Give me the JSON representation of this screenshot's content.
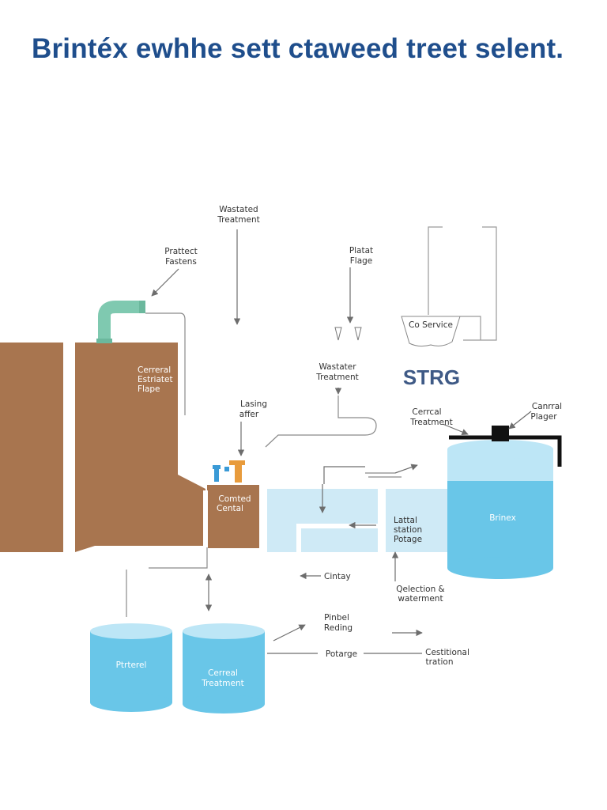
{
  "title": "Brintéx ewhhe sett ctaweed treet selent.",
  "labels": {
    "wastated_treatment": [
      "Wastated",
      "Treatment"
    ],
    "protect_fastens": [
      "Prattect",
      "Fastens"
    ],
    "platat_flage": [
      "Platat",
      "Flage"
    ],
    "co_service": "Co Service",
    "wastater_treatment": [
      "Wastater",
      "Treatment"
    ],
    "strg": "STRG",
    "cernal_treatment": [
      "Cerrcal",
      "Treatment"
    ],
    "cantral_plager": [
      "Canrral",
      "Plager"
    ],
    "central_estriatet_flape": [
      "Cerreral",
      "Estriatet",
      "Flape"
    ],
    "lasing_affer": [
      "Lasing",
      "affer"
    ],
    "comted_cental": [
      "Comted",
      "Cental"
    ],
    "lattal_station_potage": [
      "Lattal",
      "station",
      "Potage"
    ],
    "brinex": "Brinex",
    "cintay": "Cintay",
    "qelection_waterment": [
      "Qelection &",
      "waterment"
    ],
    "pinbel_reding": [
      "Pinbel",
      "Reding"
    ],
    "potarge": "Potarge",
    "cestitional_tration": [
      "Cestitional",
      "tration"
    ],
    "ptrtterel": "Ptrterel",
    "cereal_treatment": [
      "Cerreal",
      "Treatment"
    ]
  },
  "colors": {
    "brown": "#a8754f",
    "brown_dark": "#8e6040",
    "water": "#69c6e8",
    "water_top": "#bde6f6",
    "pale_blue": "#cfeaf6",
    "pipe": "#7a7a7a",
    "pipe_teal": "#7fc9b0",
    "title": "#1f4e8c"
  }
}
